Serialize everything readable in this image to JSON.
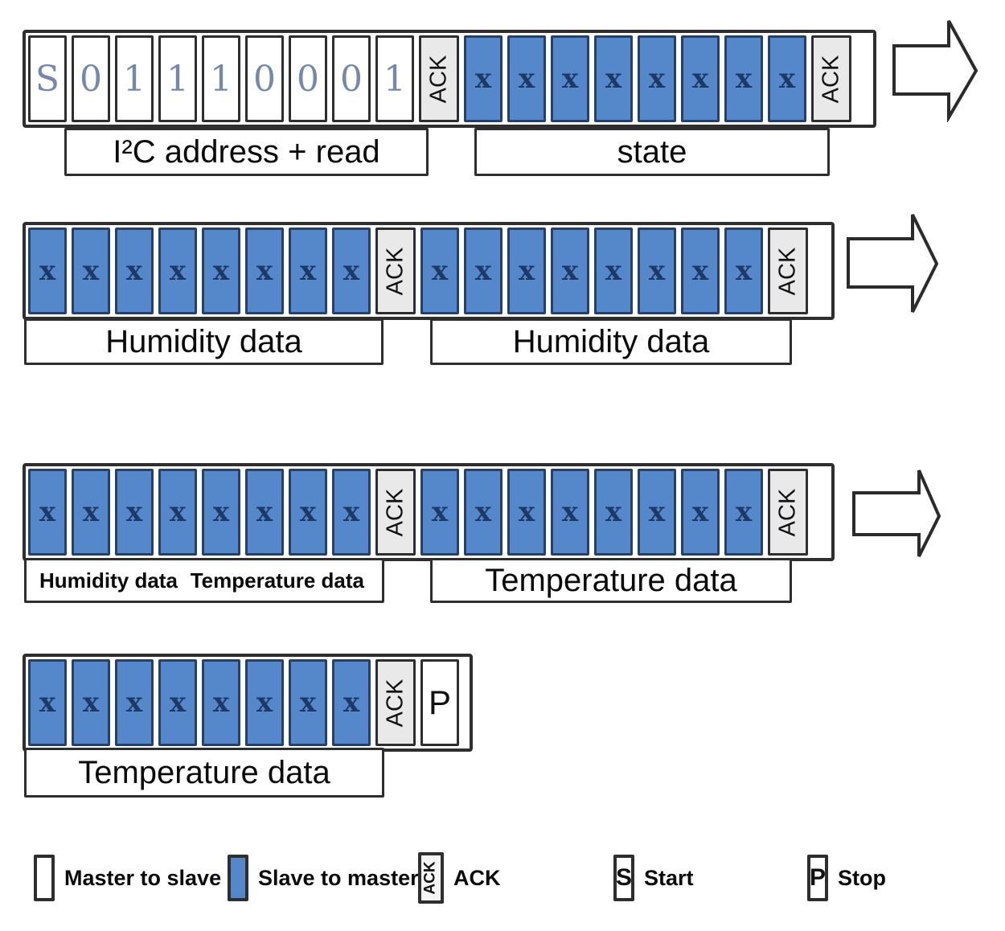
{
  "colors": {
    "slave_blue": "#5588cb",
    "ack_gray": "#e9e9e9",
    "border": "#2e2e2e",
    "blue_border": "#24406b",
    "bit_text": "#7488ad",
    "x_text": "#1d3a66"
  },
  "rows": [
    {
      "name": "i2c-address-read-state",
      "cells": [
        "S",
        "0",
        "1",
        "1",
        "1",
        "0",
        "0",
        "0",
        "1",
        "ACK",
        "x",
        "x",
        "x",
        "x",
        "x",
        "x",
        "x",
        "x",
        "ACK"
      ],
      "labels": [
        "I²C address + read",
        "state"
      ]
    },
    {
      "name": "humidity-bytes",
      "cells": [
        "x",
        "x",
        "x",
        "x",
        "x",
        "x",
        "x",
        "x",
        "ACK",
        "x",
        "x",
        "x",
        "x",
        "x",
        "x",
        "x",
        "x",
        "ACK"
      ],
      "labels": [
        "Humidity data",
        "Humidity data"
      ]
    },
    {
      "name": "humidity-temperature-bytes",
      "cells": [
        "x",
        "x",
        "x",
        "x",
        "x",
        "x",
        "x",
        "x",
        "ACK",
        "x",
        "x",
        "x",
        "x",
        "x",
        "x",
        "x",
        "x",
        "ACK"
      ],
      "labels": [
        "Humidity data",
        "Temperature data",
        "Temperature data"
      ]
    },
    {
      "name": "temperature-byte-stop",
      "cells": [
        "x",
        "x",
        "x",
        "x",
        "x",
        "x",
        "x",
        "x",
        "ACK",
        "P"
      ],
      "labels": [
        "Temperature data"
      ]
    }
  ],
  "legend": {
    "items": [
      {
        "label": "Master to slave",
        "swatch_text": ""
      },
      {
        "label": "Slave to master",
        "swatch_text": ""
      },
      {
        "label": "ACK",
        "swatch_text": "ACK"
      },
      {
        "label": "Start",
        "swatch_text": "S"
      },
      {
        "label": "Stop",
        "swatch_text": "P"
      }
    ]
  }
}
